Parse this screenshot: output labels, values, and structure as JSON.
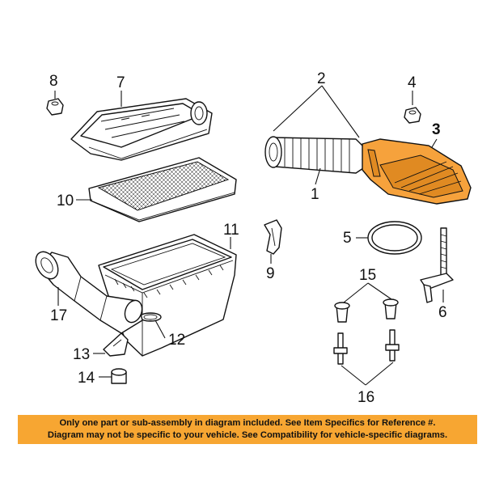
{
  "callouts": [
    "1",
    "2",
    "3",
    "4",
    "5",
    "6",
    "7",
    "8",
    "9",
    "10",
    "11",
    "12",
    "13",
    "14",
    "15",
    "16",
    "17"
  ],
  "highlighted_callout": "3",
  "colors": {
    "highlight": "#f6a23c",
    "notice_background": "#f7a632",
    "line": "#111111"
  },
  "notice": {
    "line1": "Only one part or sub-assembly in diagram included. See Item Specifics for Reference #.",
    "line2": "Diagram may not be specific to your vehicle. See Compatibility for vehicle-specific diagrams."
  }
}
